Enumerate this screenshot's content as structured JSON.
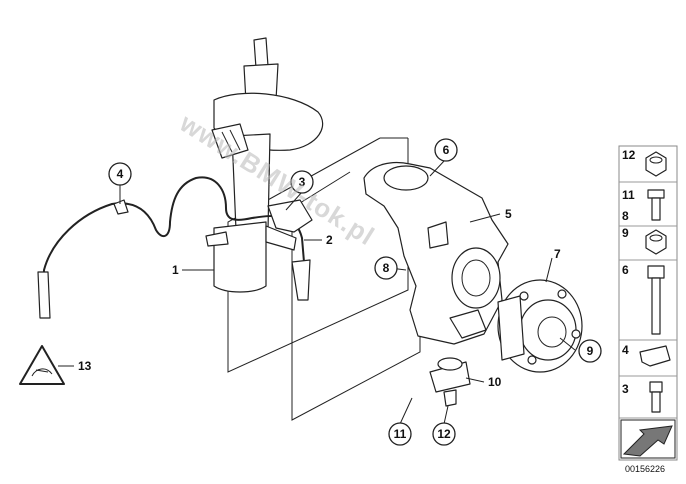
{
  "watermark": "www.BMW-tok.pl",
  "diagram_id": "00156226",
  "callouts": {
    "c1": "1",
    "c2": "2",
    "c3": "3",
    "c4": "4",
    "c5": "5",
    "c6": "6",
    "c7": "7",
    "c8": "8",
    "c9": "9",
    "c10": "10",
    "c11": "11",
    "c12": "12",
    "c13": "13"
  },
  "parts_panel": {
    "p12": "12",
    "p11": "11",
    "p8": "8",
    "p9": "9",
    "p6": "6",
    "p4": "4",
    "p3": "3"
  }
}
